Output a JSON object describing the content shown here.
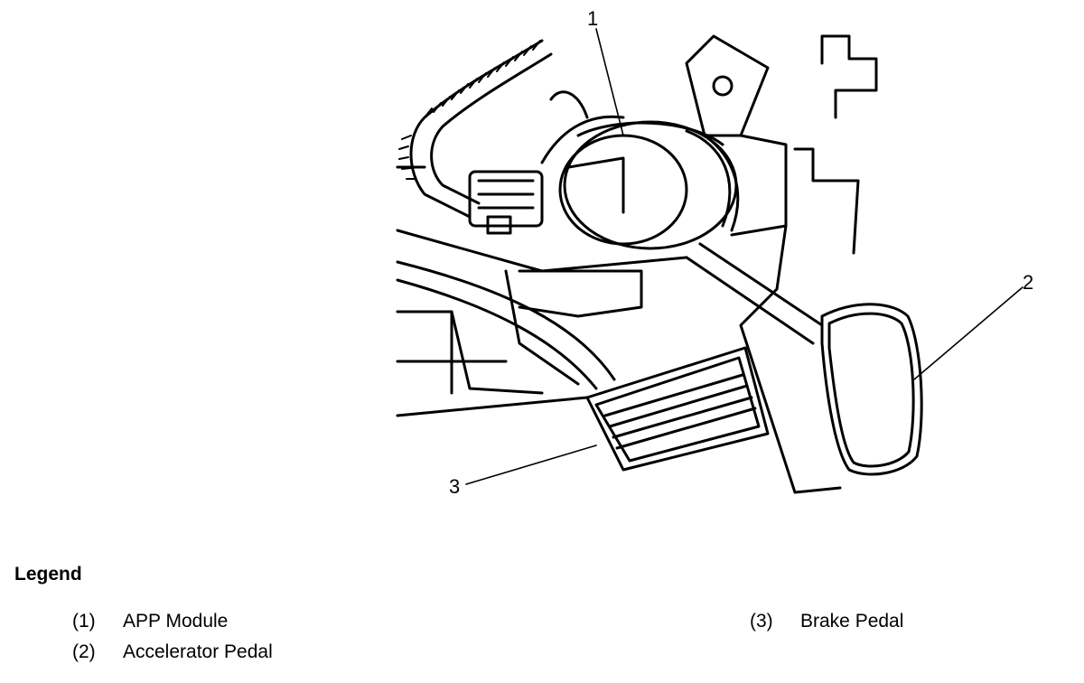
{
  "callouts": [
    {
      "id": "1",
      "label": "1"
    },
    {
      "id": "2",
      "label": "2"
    },
    {
      "id": "3",
      "label": "3"
    }
  ],
  "legend": {
    "title": "Legend",
    "items": [
      {
        "number": "(1)",
        "text": "APP Module"
      },
      {
        "number": "(2)",
        "text": "Accelerator Pedal"
      },
      {
        "number": "(3)",
        "text": "Brake Pedal"
      }
    ]
  },
  "colors": {
    "line": "#000000",
    "background": "#ffffff"
  }
}
